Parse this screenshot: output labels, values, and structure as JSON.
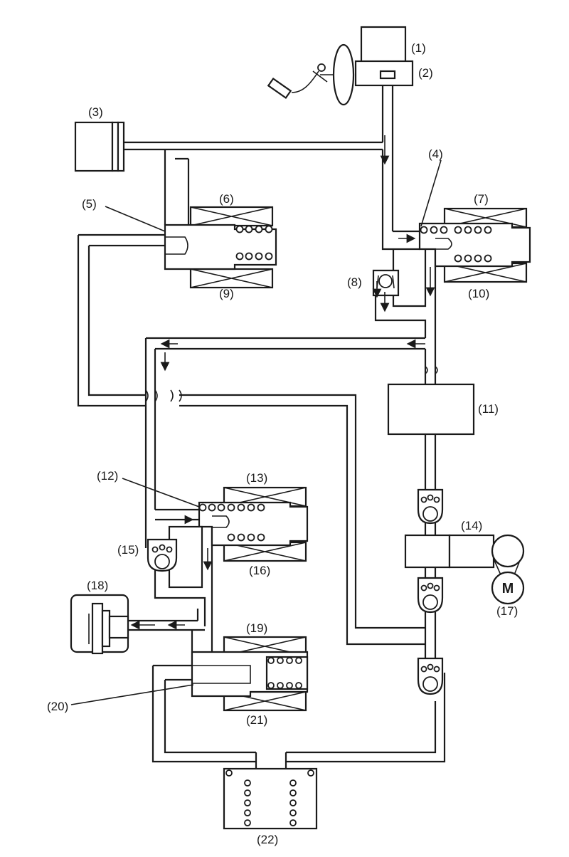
{
  "labels": {
    "l1": "(1)",
    "l2": "(2)",
    "l3": "(3)",
    "l4": "(4)",
    "l5": "(5)",
    "l6": "(6)",
    "l7": "(7)",
    "l8": "(8)",
    "l9": "(9)",
    "l10": "(10)",
    "l11": "(11)",
    "l12": "(12)",
    "l13": "(13)",
    "l14": "(14)",
    "l15": "(15)",
    "l16": "(16)",
    "l17": "(17)",
    "l18": "(18)",
    "l19": "(19)",
    "l20": "(20)",
    "l21": "(21)",
    "l22": "(22)"
  },
  "motor": {
    "symbol": "M"
  }
}
